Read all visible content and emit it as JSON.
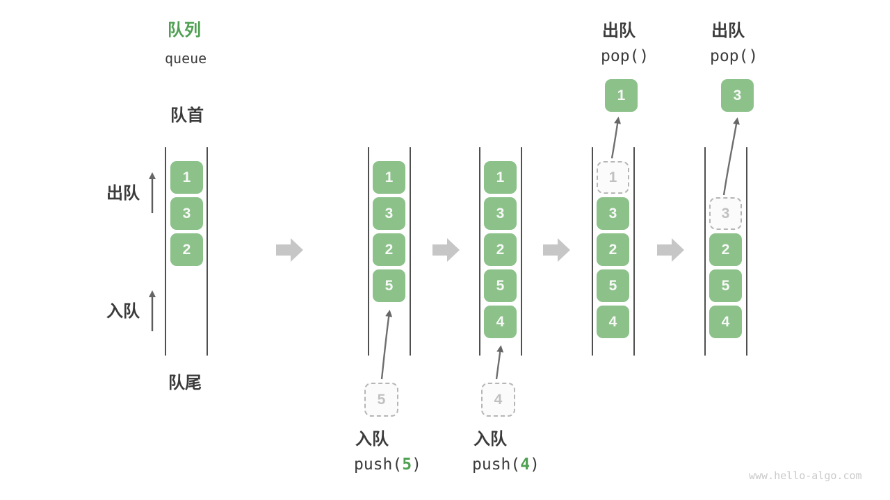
{
  "title": {
    "zh": "队列",
    "en": "queue"
  },
  "labels": {
    "front": "队首",
    "rear": "队尾",
    "dequeue": "出队",
    "enqueue": "入队"
  },
  "ops": {
    "push5": {
      "zh": "入队",
      "fn": "push(",
      "arg": "5",
      "close": ")"
    },
    "push4": {
      "zh": "入队",
      "fn": "push(",
      "arg": "4",
      "close": ")"
    },
    "pop1": {
      "zh": "出队",
      "code": "pop()"
    },
    "pop2": {
      "zh": "出队",
      "code": "pop()"
    }
  },
  "columns": [
    {
      "slots": [
        {
          "value": "1",
          "type": "solid"
        },
        {
          "value": "3",
          "type": "solid"
        },
        {
          "value": "2",
          "type": "solid"
        }
      ]
    },
    {
      "slots": [
        {
          "value": "1",
          "type": "solid"
        },
        {
          "value": "3",
          "type": "solid"
        },
        {
          "value": "2",
          "type": "solid"
        },
        {
          "value": "5",
          "type": "solid"
        }
      ],
      "incoming": {
        "value": "5"
      }
    },
    {
      "slots": [
        {
          "value": "1",
          "type": "solid"
        },
        {
          "value": "3",
          "type": "solid"
        },
        {
          "value": "2",
          "type": "solid"
        },
        {
          "value": "5",
          "type": "solid"
        },
        {
          "value": "4",
          "type": "solid"
        }
      ],
      "incoming": {
        "value": "4"
      }
    },
    {
      "slots": [
        {
          "value": "1",
          "type": "dashed"
        },
        {
          "value": "3",
          "type": "solid"
        },
        {
          "value": "2",
          "type": "solid"
        },
        {
          "value": "5",
          "type": "solid"
        },
        {
          "value": "4",
          "type": "solid"
        }
      ],
      "outgoing": {
        "value": "1"
      }
    },
    {
      "slots": [
        {
          "value": "3",
          "type": "dashed"
        },
        {
          "value": "2",
          "type": "solid"
        },
        {
          "value": "5",
          "type": "solid"
        },
        {
          "value": "4",
          "type": "solid"
        }
      ],
      "outgoing": {
        "value": "3"
      }
    }
  ],
  "watermark": "www.hello-algo.com",
  "colors": {
    "box_green": "#8CC18A",
    "accent_green": "#4FA052",
    "text_dark": "#3B3B3B",
    "ghost_gray": "#C0C0C0",
    "flow_arrow_gray": "#C6C6C6",
    "line_gray": "#666666"
  }
}
